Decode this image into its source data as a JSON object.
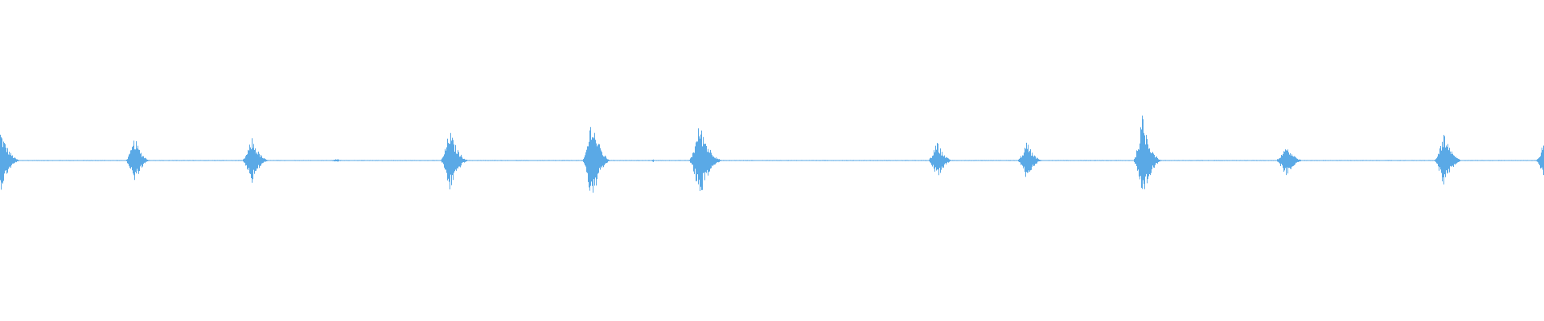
{
  "waveform": {
    "color": "#5aa9e6",
    "background": "#ffffff",
    "bursts": [
      {
        "position": 0.0,
        "amplitude": 0.36,
        "width": 0.016,
        "attack": 0.1
      },
      {
        "position": 0.087,
        "amplitude": 0.27,
        "width": 0.018,
        "attack": 0.35
      },
      {
        "position": 0.163,
        "amplitude": 0.27,
        "width": 0.019,
        "attack": 0.35
      },
      {
        "position": 0.218,
        "amplitude": 0.02,
        "width": 0.012,
        "attack": 0.5
      },
      {
        "position": 0.291,
        "amplitude": 0.37,
        "width": 0.02,
        "attack": 0.3
      },
      {
        "position": 0.383,
        "amplitude": 0.52,
        "width": 0.02,
        "attack": 0.3
      },
      {
        "position": 0.423,
        "amplitude": 0.03,
        "width": 0.002,
        "attack": 0.5
      },
      {
        "position": 0.453,
        "amplitude": 0.44,
        "width": 0.024,
        "attack": 0.3
      },
      {
        "position": 0.607,
        "amplitude": 0.22,
        "width": 0.018,
        "attack": 0.35
      },
      {
        "position": 0.665,
        "amplitude": 0.22,
        "width": 0.018,
        "attack": 0.35
      },
      {
        "position": 0.74,
        "amplitude": 0.53,
        "width": 0.02,
        "attack": 0.3
      },
      {
        "position": 0.833,
        "amplitude": 0.19,
        "width": 0.02,
        "attack": 0.35
      },
      {
        "position": 0.935,
        "amplitude": 0.32,
        "width": 0.02,
        "attack": 0.3
      },
      {
        "position": 1.0,
        "amplitude": 0.22,
        "width": 0.006,
        "attack": 0.9
      }
    ],
    "baseline_noise": 0.006
  }
}
